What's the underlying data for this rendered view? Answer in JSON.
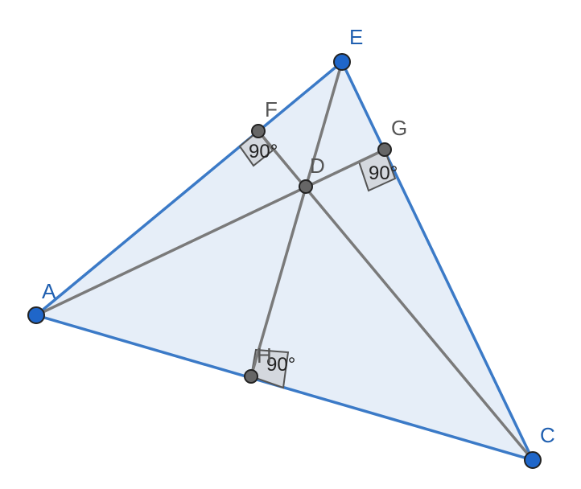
{
  "colors": {
    "triangle_fill": "#e6eef8",
    "triangle_edge": "#3b7ac7",
    "segment": "#7a7a7a",
    "vertex_point": "#1f66c9",
    "foot_point": "#666666",
    "point_outline": "#222222",
    "vertex_label": "#1f5fb0",
    "foot_label": "#555555",
    "right_angle_fill": "#d4d8de",
    "right_angle_stroke": "#555555"
  },
  "points": {
    "A": {
      "label": "A",
      "kind": "vertex"
    },
    "E": {
      "label": "E",
      "kind": "vertex"
    },
    "C": {
      "label": "C",
      "kind": "vertex"
    },
    "D": {
      "label": "D",
      "kind": "foot"
    },
    "F": {
      "label": "F",
      "kind": "foot"
    },
    "G": {
      "label": "G",
      "kind": "foot"
    },
    "H": {
      "label": "H",
      "kind": "foot"
    }
  },
  "angles": {
    "at_F": "90°",
    "at_G": "90°",
    "at_H": "90°"
  }
}
